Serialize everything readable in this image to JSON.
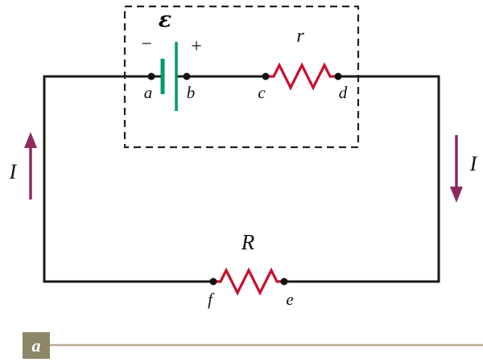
{
  "figure": {
    "panel_label": "a",
    "emf_label": "ε",
    "minus_sign": "−",
    "plus_sign": "+",
    "internal_resistance_label": "r",
    "external_resistance_label": "R",
    "current_label_left": "I",
    "current_label_right": "I",
    "nodes": {
      "a": "a",
      "b": "b",
      "c": "c",
      "d": "d",
      "e": "e",
      "f": "f"
    },
    "colors": {
      "wire": "#1a1a1a",
      "resistor": "#c8102e",
      "battery": "#009a66",
      "current_arrow": "#8e2a5e",
      "dashed_box": "#222222",
      "node_dot": "#111111",
      "panel_badge": "#8d8668",
      "panel_line": "#b5ae94"
    }
  }
}
